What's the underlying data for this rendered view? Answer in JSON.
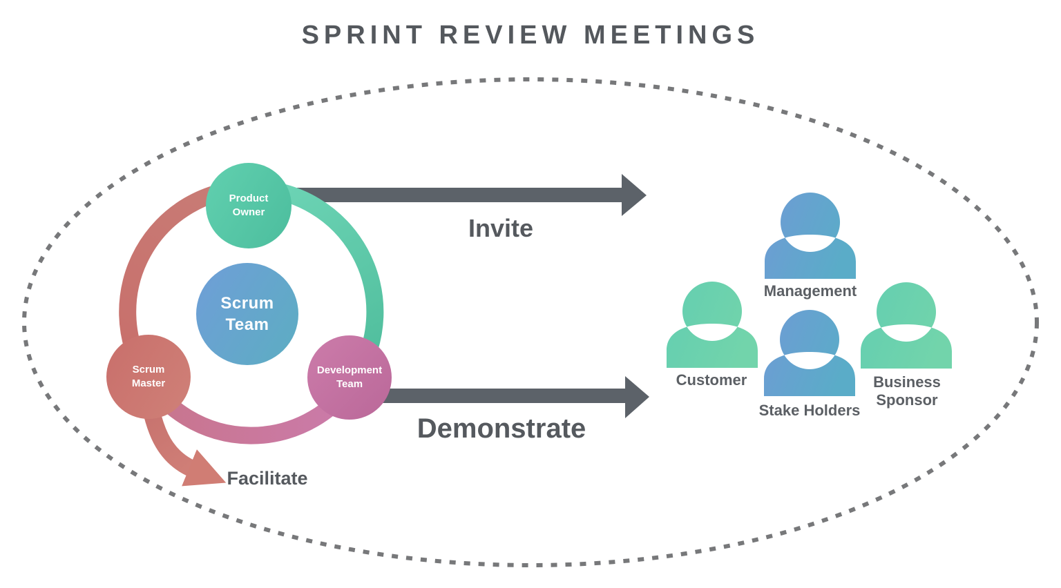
{
  "title": "SPRINT REVIEW MEETINGS",
  "scrum_circle": {
    "center": {
      "line1": "Scrum",
      "line2": "Team"
    },
    "product_owner": {
      "line1": "Product",
      "line2": "Owner"
    },
    "scrum_master": {
      "line1": "Scrum",
      "line2": "Master"
    },
    "development_team": {
      "line1": "Development",
      "line2": "Team"
    }
  },
  "actions": {
    "invite": "Invite",
    "demonstrate": "Demonstrate",
    "facilitate": "Facilitate"
  },
  "stakeholders": {
    "management": "Management",
    "customer": "Customer",
    "stake_holders": "Stake Holders",
    "business_sponsor": "Business Sponsor"
  },
  "colors": {
    "title_text": "#54585d",
    "label_text": "#55595e",
    "arrow_gray": "#5c6269",
    "dashed_border": "#77787a",
    "scrum_team_blue_start": "#6f9ed8",
    "scrum_team_blue_end": "#5fabc5",
    "product_owner_teal_start": "#61d0af",
    "product_owner_teal_end": "#4fc0a0",
    "scrum_master_red_start": "#c96f6b",
    "scrum_master_red_end": "#ce7e76",
    "development_pink_start": "#cc7caa",
    "development_pink_end": "#ba6899",
    "ring_teal": "#5cc9a8",
    "ring_pink": "#ca79a8",
    "ring_red": "#c8716d",
    "person_blue_start": "#6f9bd5",
    "person_blue_end": "#5aacc8",
    "person_green_start": "#63ceb1",
    "person_green_end": "#72d4ab"
  }
}
